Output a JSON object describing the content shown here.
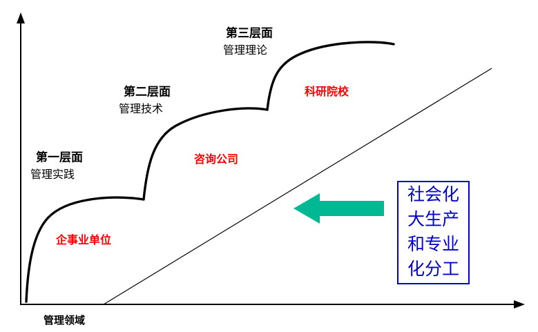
{
  "diagram": {
    "levels": [
      {
        "title": "第一层面",
        "subtitle": "管理实践",
        "org": "企事业单位"
      },
      {
        "title": "第二层面",
        "subtitle": "管理技术",
        "org": "咨询公司"
      },
      {
        "title": "第三层面",
        "subtitle": "管理理论",
        "org": "科研院校"
      }
    ],
    "x_axis_label": "管理领域",
    "callout": {
      "lines": [
        "社会化",
        "大生产",
        "和专业",
        "化分工"
      ]
    },
    "colors": {
      "curve": "#000000",
      "org_label": "#ff0000",
      "arrow_fill": "#00b894",
      "callout_border": "#0000cc",
      "callout_text": "#0000cc"
    }
  }
}
